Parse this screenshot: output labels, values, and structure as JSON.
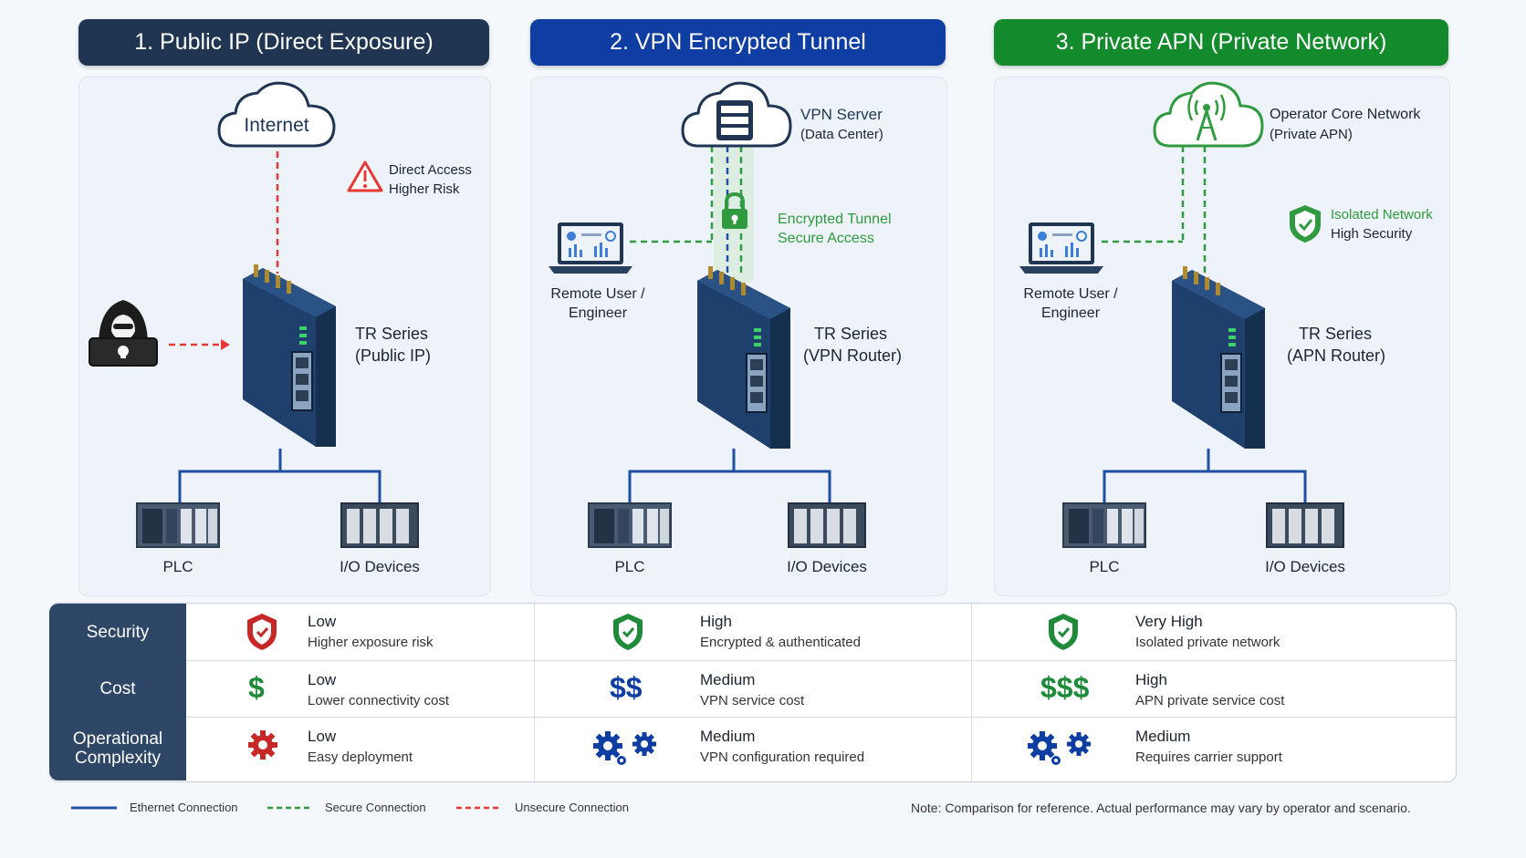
{
  "headers": [
    {
      "title": "1.  Public IP (Direct Exposure)",
      "color": "#1f3552"
    },
    {
      "title": "2.  VPN Encrypted Tunnel",
      "color": "#0f3ea3"
    },
    {
      "title": "3.  Private APN  (Private Network)",
      "color": "#138a2b"
    }
  ],
  "panel1": {
    "cloud": "Internet",
    "warning_line1": "Direct Access",
    "warning_line2": "Higher Risk",
    "router_line1": "TR Series",
    "router_line2": "(Public IP)",
    "plc": "PLC",
    "io": "I/O Devices"
  },
  "panel2": {
    "server_line1": "VPN Server",
    "server_line2": "(Data Center)",
    "tunnel_line1": "Encrypted Tunnel",
    "tunnel_line2": "Secure Access",
    "user_line1": "Remote User /",
    "user_line2": "Engineer",
    "router_line1": "TR Series",
    "router_line2": "(VPN Router)",
    "plc": "PLC",
    "io": "I/O Devices"
  },
  "panel3": {
    "core_line1": "Operator Core Network",
    "core_line2": "(Private APN)",
    "iso_line1": "Isolated Network",
    "iso_line2": "High Security",
    "user_line1": "Remote User /",
    "user_line2": "Engineer",
    "router_line1": "TR Series",
    "router_line2": "(APN Router)",
    "plc": "PLC",
    "io": "I/O Devices"
  },
  "comparison": {
    "rows": [
      {
        "label": "Security",
        "cells": [
          {
            "icon": "shield-icon",
            "color": "#c62828",
            "title": "Low",
            "desc": "Higher exposure risk"
          },
          {
            "icon": "shield-icon",
            "color": "#1f8a3a",
            "title": "High",
            "desc": "Encrypted & authenticated"
          },
          {
            "icon": "shield-icon",
            "color": "#1f8a3a",
            "title": "Very High",
            "desc": "Isolated private network"
          }
        ]
      },
      {
        "label": "Cost",
        "cells": [
          {
            "icon": "dollar-icon",
            "symbol": "$",
            "color": "#1f8a3a",
            "title": "Low",
            "desc": "Lower connectivity cost"
          },
          {
            "icon": "dollar-icon",
            "symbol": "$$",
            "color": "#0f3ea3",
            "title": "Medium",
            "desc": "VPN service cost"
          },
          {
            "icon": "dollar-icon",
            "symbol": "$$$",
            "color": "#1f8a3a",
            "title": "High",
            "desc": "APN private service cost"
          }
        ]
      },
      {
        "label": "Operational Complexity",
        "label_line1": "Operational",
        "label_line2": "Complexity",
        "cells": [
          {
            "icon": "gear-icon",
            "color": "#c62828",
            "title": "Low",
            "desc": "Easy deployment"
          },
          {
            "icon": "gears-icon",
            "color": "#0f3ea3",
            "title": "Medium",
            "desc": "VPN configuration required"
          },
          {
            "icon": "gears-icon",
            "color": "#0f3ea3",
            "title": "Medium",
            "desc": "Requires carrier support"
          }
        ]
      }
    ]
  },
  "legend": {
    "ethernet": "Ethernet Connection",
    "secure": "Secure Connection",
    "unsecure": "Unsecure Connection",
    "note": "Note: Comparison for reference. Actual performance may vary by operator and scenario."
  },
  "colors": {
    "ethernet": "#1f4fa3",
    "secure": "#2f9a3f",
    "unsecure": "#e53935",
    "navy": "#1f3552"
  }
}
